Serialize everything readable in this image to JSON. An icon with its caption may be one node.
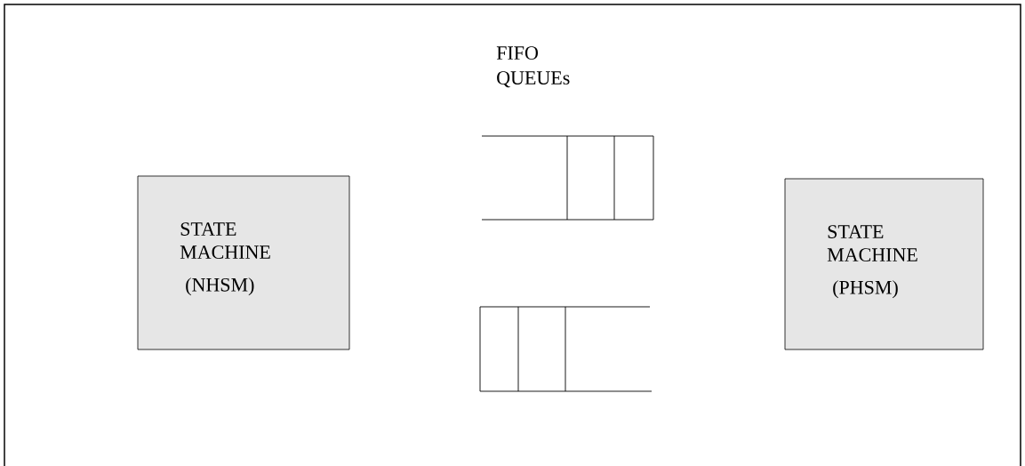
{
  "diagram": {
    "nodes": [
      {
        "text": [
          "STATE MACHINE",
          "(NHSM)"
        ]
      },
      {
        "text": [
          "STATE MACHINE",
          "(PHSM)"
        ]
      }
    ],
    "labels": [
      "FIFO QUEUEs"
    ]
  }
}
